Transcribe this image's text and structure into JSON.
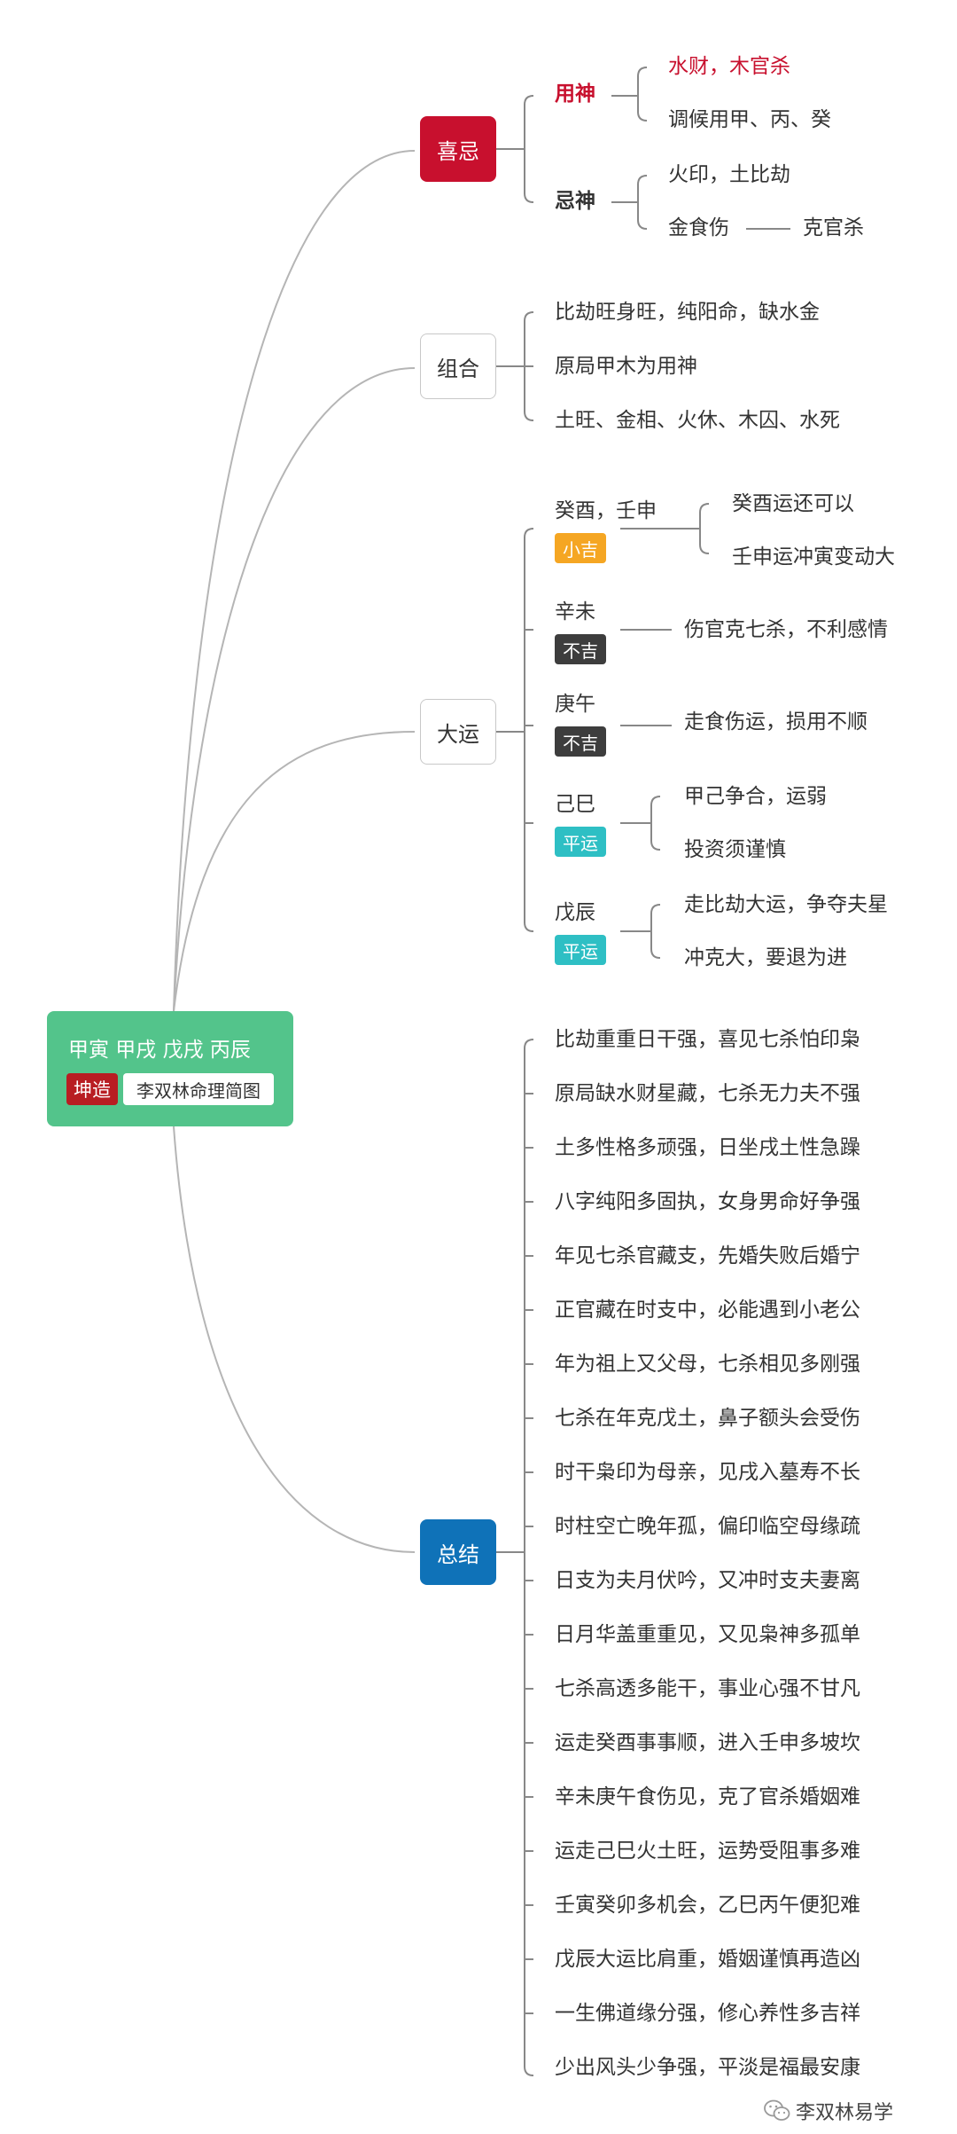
{
  "root": {
    "title": "甲寅 甲戌 戊戌 丙辰",
    "tag1": "坤造",
    "tag2": "李双林命理简图"
  },
  "xiji": {
    "label": "喜忌",
    "yongshen": {
      "label": "用神",
      "items": [
        "水财，木官杀",
        "调候用甲、丙、癸"
      ]
    },
    "jishen": {
      "label": "忌神",
      "items": [
        "火印，土比劫",
        "金食伤"
      ],
      "sub": "克官杀"
    }
  },
  "zuhe": {
    "label": "组合",
    "items": [
      "比劫旺身旺，纯阳命，缺水金",
      "原局甲木为用神",
      "土旺、金相、火休、木囚、水死"
    ]
  },
  "dayun": {
    "label": "大运",
    "groups": [
      {
        "name": "癸酉，壬申",
        "tag": "小吉",
        "items": [
          "癸酉运还可以",
          "壬申运冲寅变动大"
        ]
      },
      {
        "name": "辛未",
        "tag": "不吉",
        "items": [
          "伤官克七杀，不利感情"
        ]
      },
      {
        "name": "庚午",
        "tag": "不吉",
        "items": [
          "走食伤运，损用不顺"
        ]
      },
      {
        "name": "己巳",
        "tag": "平运",
        "items": [
          "甲己争合，运弱",
          "投资须谨慎"
        ]
      },
      {
        "name": "戊辰",
        "tag": "平运",
        "items": [
          "走比劫大运，争夺夫星",
          "冲克大，要退为进"
        ]
      }
    ]
  },
  "zongjie": {
    "label": "总结",
    "items": [
      "比劫重重日干强，喜见七杀怕印枭",
      "原局缺水财星藏，七杀无力夫不强",
      "土多性格多顽强，日坐戌土性急躁",
      "八字纯阳多固执，女身男命好争强",
      "年见七杀官藏支，先婚失败后婚宁",
      "正官藏在时支中，必能遇到小老公",
      "年为祖上又父母，七杀相见多刚强",
      "七杀在年克戊土，鼻子额头会受伤",
      "时干枭印为母亲，见戌入墓寿不长",
      "时柱空亡晚年孤，偏印临空母缘疏",
      "日支为夫月伏吟，又冲时支夫妻离",
      "日月华盖重重见，又见枭神多孤单",
      "七杀高透多能干，事业心强不甘凡",
      "运走癸酉事事顺，进入壬申多坡坎",
      "辛未庚午食伤见，克了官杀婚姻难",
      "运走己巳火土旺，运势受阻事多难",
      "壬寅癸卯多机会，乙巳丙午便犯难",
      "戊辰大运比肩重，婚姻谨慎再造凶",
      "一生佛道缘分强，修心养性多吉祥",
      "少出风头少争强，平淡是福最安康"
    ]
  },
  "watermark": "李双林易学",
  "colors": {
    "root": "#53c48b",
    "xiji": "#c8102e",
    "zongjie": "#0f72b8",
    "tag_xiaoji": "#f5a623",
    "tag_buji": "#3d3d3d",
    "tag_pingyun": "#2ebfc4"
  }
}
